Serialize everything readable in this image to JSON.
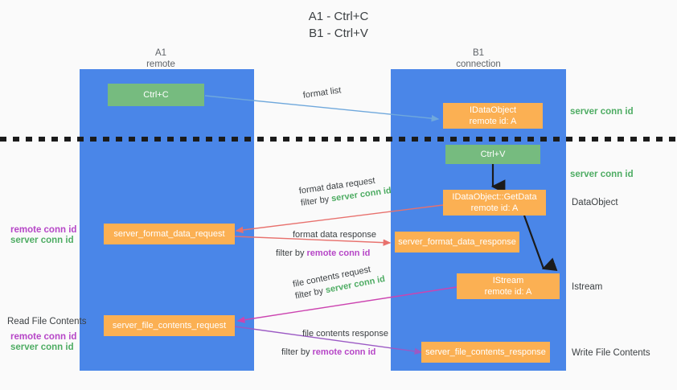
{
  "title": {
    "line1": "A1 - Ctrl+C",
    "line2": "B1 - Ctrl+V"
  },
  "columns": [
    {
      "name": "A1",
      "sub": "remote"
    },
    {
      "name": "B1",
      "sub": "connection"
    }
  ],
  "boxes": {
    "ctrl_c": {
      "line1": "Ctrl+C"
    },
    "ctrl_v": {
      "line1": "Ctrl+V"
    },
    "idataobject": {
      "line1": "IDataObject",
      "line2": "remote id: A"
    },
    "getdata": {
      "line1": "IDataObject::GetData",
      "line2": "remote id: A"
    },
    "istream": {
      "line1": "IStream",
      "line2": "remote id: A"
    },
    "format_data_request": {
      "line1": "server_format_data_request"
    },
    "format_data_response": {
      "line1": "server_format_data_response"
    },
    "file_contents_request": {
      "line1": "server_file_contents_request"
    },
    "file_contents_response": {
      "line1": "server_file_contents_response"
    }
  },
  "edges": {
    "format_list": {
      "label": "format list"
    },
    "format_data_request": {
      "label": "format data request",
      "filter_prefix": "filter by ",
      "filter_key": "server conn id"
    },
    "format_data_response": {
      "label": "format data response",
      "filter_prefix": "filter by ",
      "filter_key": "remote conn id"
    },
    "file_contents_request": {
      "label": "file contents request",
      "filter_prefix": "filter by ",
      "filter_key": "server conn id"
    },
    "file_contents_response": {
      "label": "file contents response",
      "filter_prefix": "filter by ",
      "filter_key": "remote conn id"
    }
  },
  "annotations": {
    "right_server_conn_1": "server conn id",
    "right_server_conn_2": "server conn id",
    "right_dataobject": "DataObject",
    "right_istream": "Istream",
    "right_write_file_contents": "Write File Contents",
    "left_remote_conn_1": "remote conn id",
    "left_server_conn_1": "server conn id",
    "left_read_file_contents": "Read File Contents",
    "left_remote_conn_2": "remote conn id",
    "left_server_conn_2": "server conn id"
  },
  "colors": {
    "lane": "#4a86e8",
    "green_box": "#76bb7f",
    "orange_box": "#fbb053",
    "green_text": "#4eac63",
    "purple_text": "#b646c7",
    "arrow_blue": "#6fa8dc",
    "arrow_red": "#e8716d",
    "arrow_magenta": "#cc44b0",
    "arrow_purple": "#9b59c4",
    "arrow_black": "#1b1b1b",
    "background": "#fafafa"
  }
}
